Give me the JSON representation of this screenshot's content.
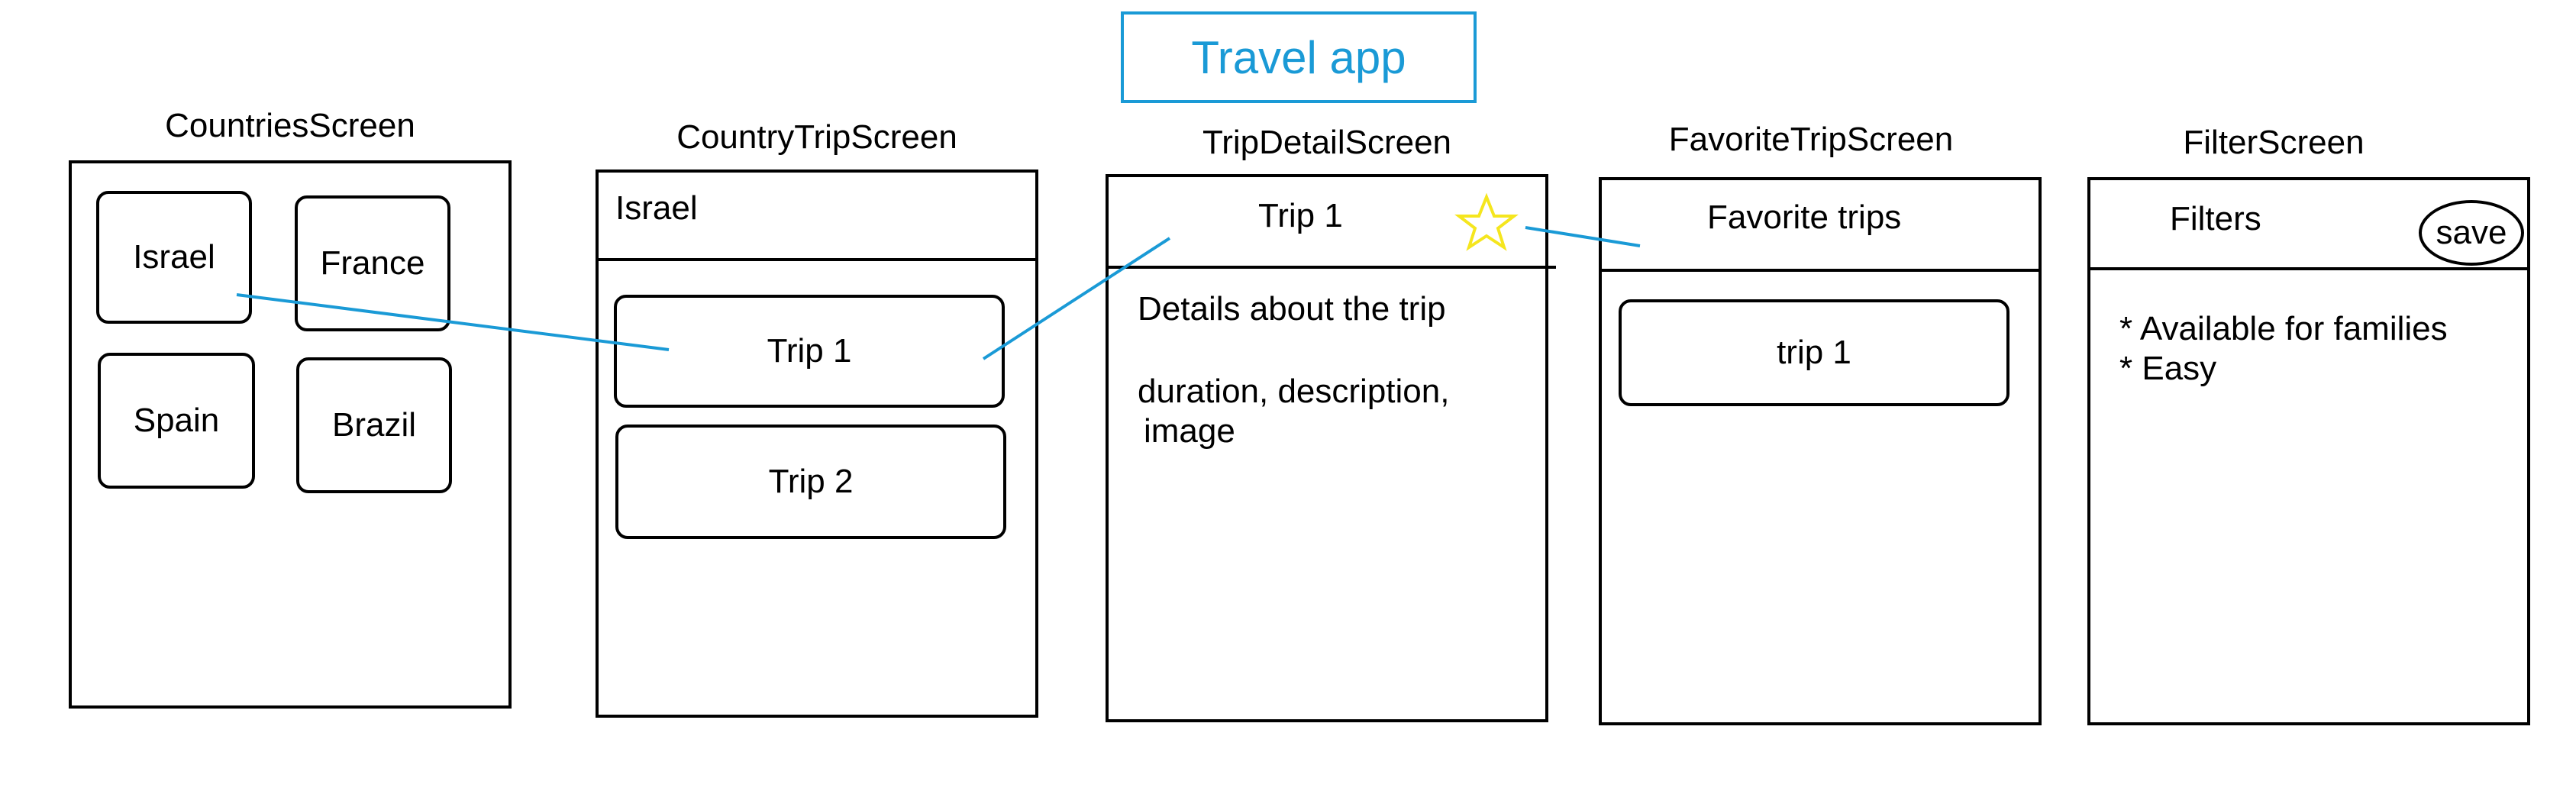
{
  "title": "Travel app",
  "colors": {
    "accent": "#1a9ad6",
    "star": "#f5e61e",
    "line": "#000000"
  },
  "screens": {
    "countries": {
      "label": "CountriesScreen",
      "items": [
        "Israel",
        "France",
        "Spain",
        "Brazil"
      ]
    },
    "country_trip": {
      "label": "CountryTripScreen",
      "header": "Israel",
      "items": [
        "Trip 1",
        "Trip 2"
      ]
    },
    "trip_detail": {
      "label": "TripDetailScreen",
      "header": "Trip 1",
      "icon": "star-icon",
      "details_line1": "Details about the trip",
      "details_line2": "duration, description,",
      "details_line3": "image"
    },
    "favorite": {
      "label": "FavoriteTripScreen",
      "header": "Favorite trips",
      "items": [
        "trip 1"
      ]
    },
    "filter": {
      "label": "FilterScreen",
      "header": "Filters",
      "save_label": "save",
      "options": [
        "* Available for families",
        "* Easy"
      ]
    }
  }
}
